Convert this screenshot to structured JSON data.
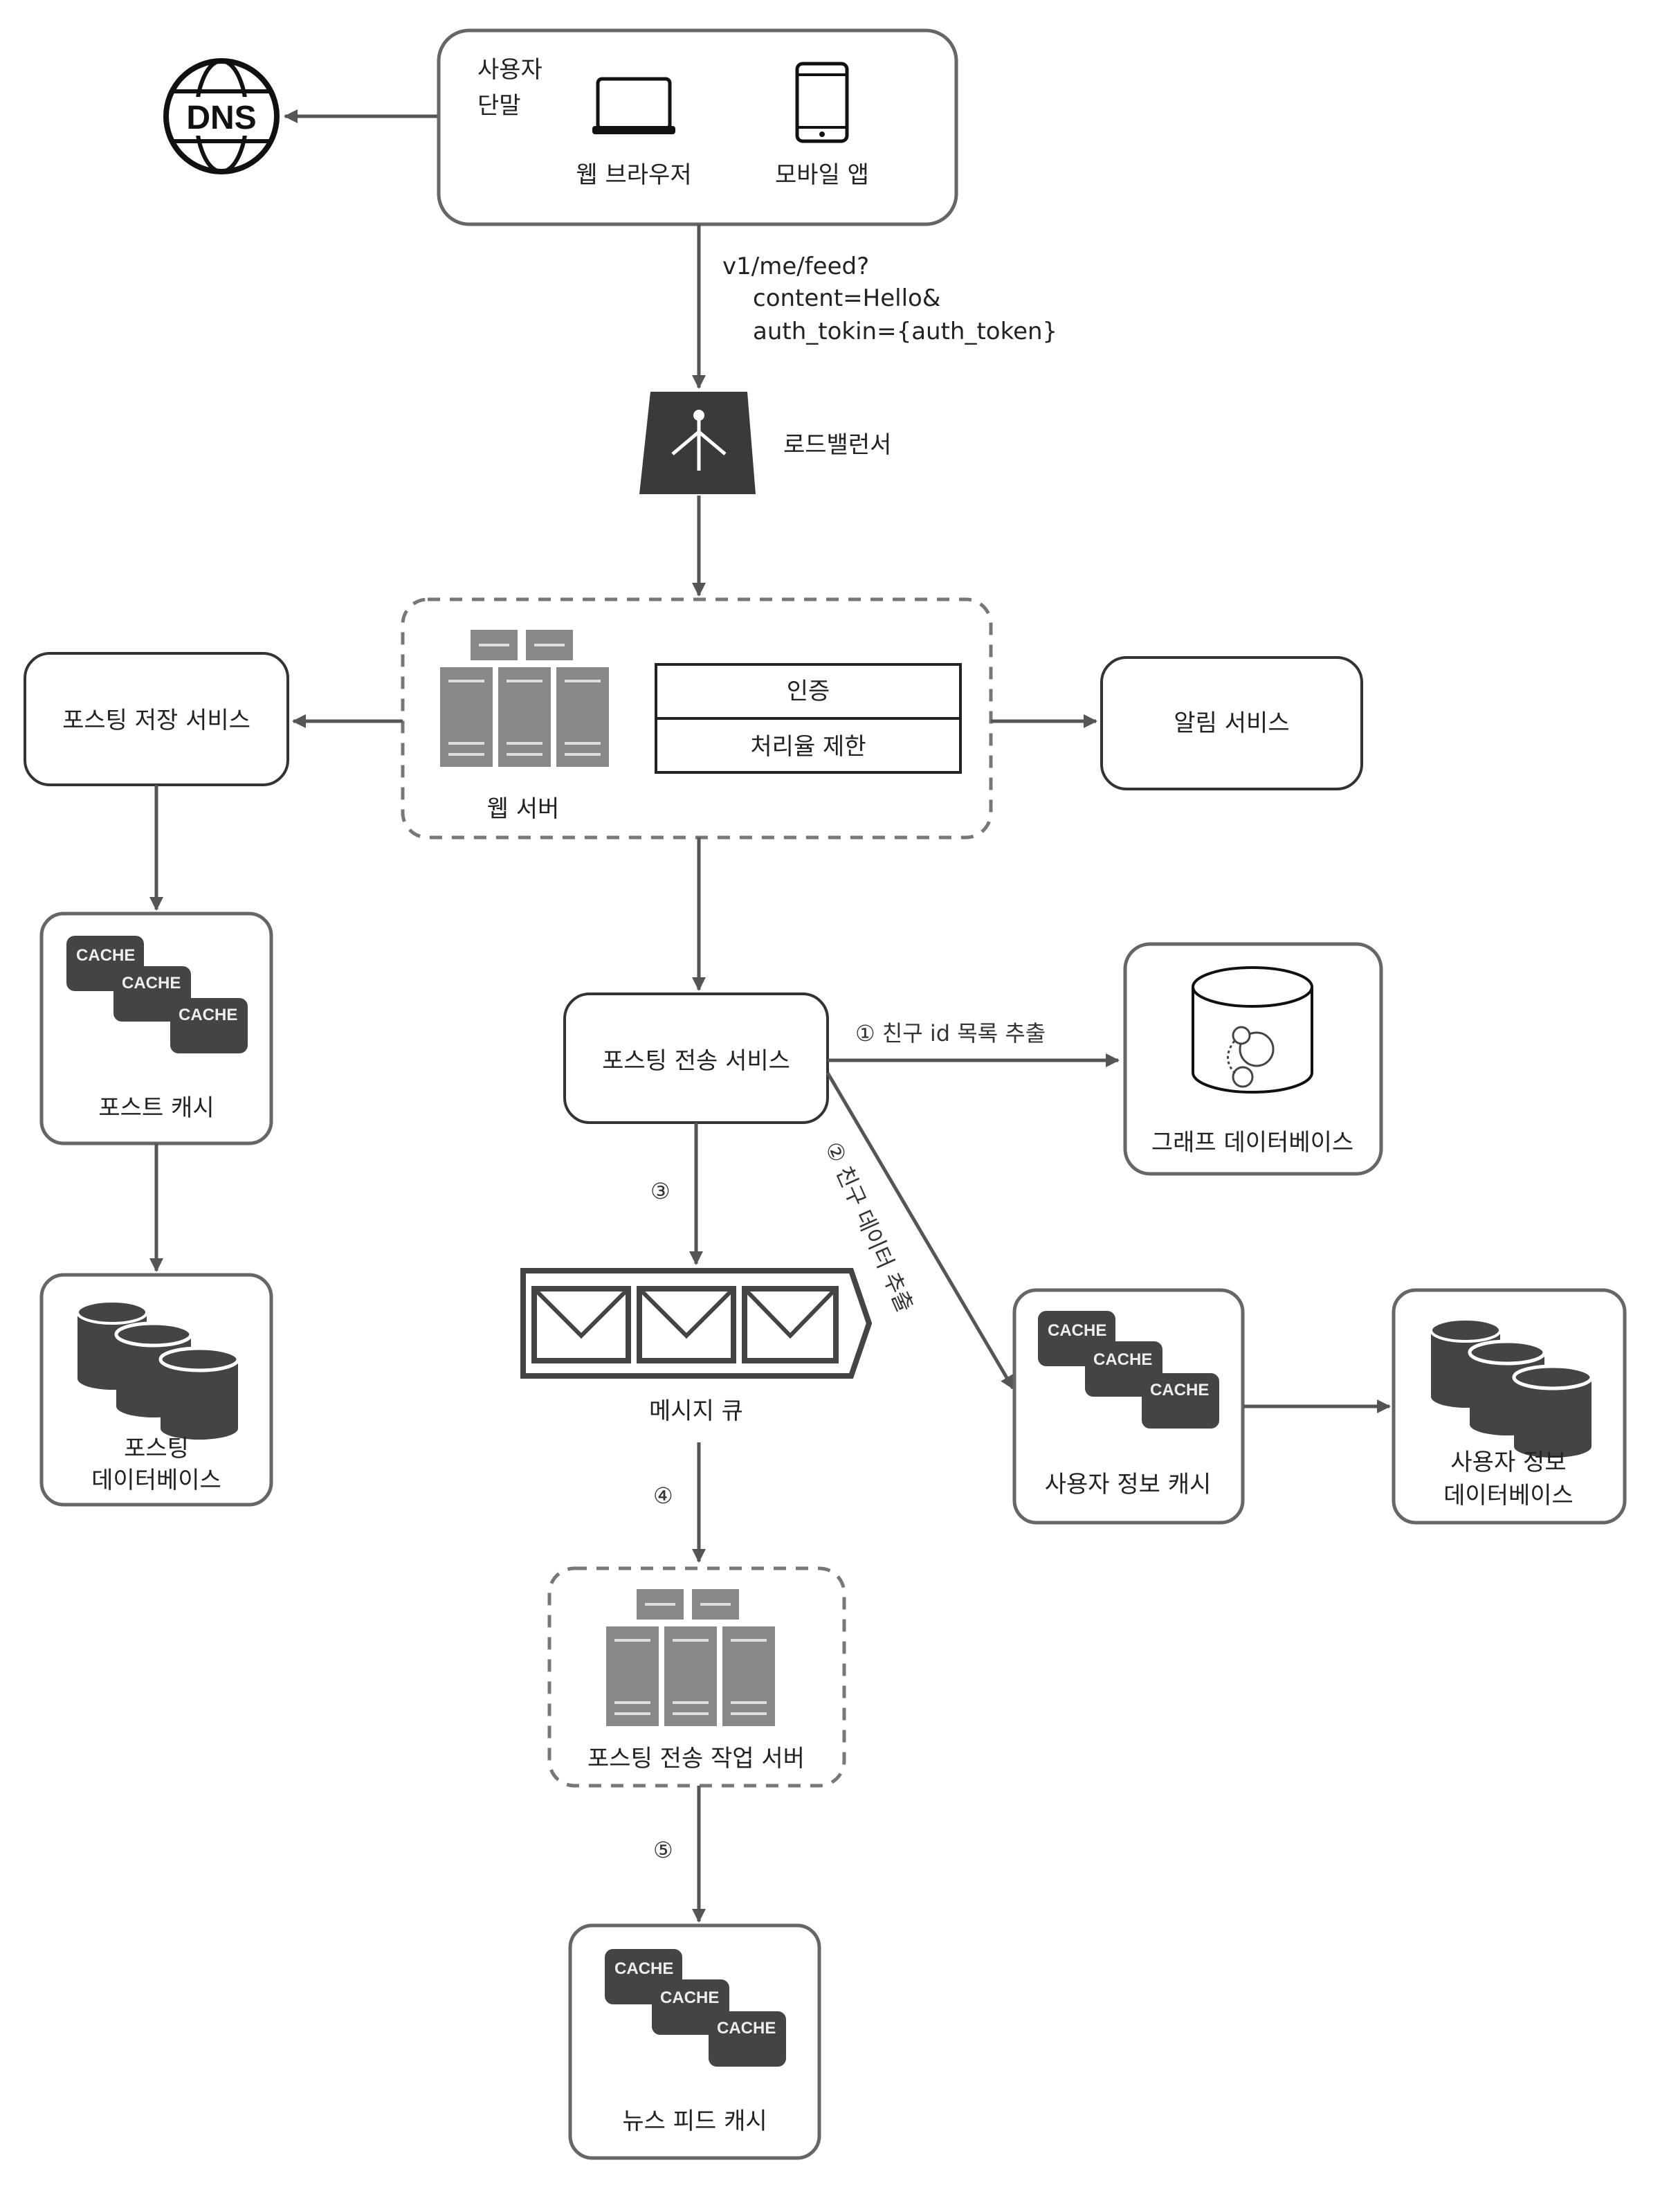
{
  "diagram": {
    "nodes": {
      "dns": {
        "label": "DNS"
      },
      "user_device": {
        "title_line1": "사용자",
        "title_line2": "단말",
        "web_browser": "웹 브라우저",
        "mobile_app": "모바일 앱"
      },
      "load_balancer": {
        "label": "로드밸런서"
      },
      "web_server": {
        "label": "웹 서버",
        "auth": "인증",
        "rate_limit": "처리율 제한"
      },
      "post_storage_service": {
        "label": "포스팅 저장 서비스"
      },
      "notification_service": {
        "label": "알림 서비스"
      },
      "post_cache": {
        "label": "포스트 캐시"
      },
      "post_database": {
        "label_line1": "포스팅",
        "label_line2": "데이터베이스"
      },
      "fanout_service": {
        "label": "포스팅 전송 서비스"
      },
      "graph_database": {
        "label": "그래프 데이터베이스"
      },
      "message_queue": {
        "label": "메시지 큐"
      },
      "user_cache": {
        "label": "사용자 정보 캐시"
      },
      "user_database": {
        "label_line1": "사용자 정보",
        "label_line2": "데이터베이스"
      },
      "fanout_workers": {
        "label": "포스팅 전송 작업 서버"
      },
      "news_feed_cache": {
        "label": "뉴스 피드 캐시"
      }
    },
    "cache_label": "CACHE",
    "request": {
      "line1": "v1/me/feed?",
      "line2": "content=Hello&",
      "line3": "auth_tokin={auth_token}"
    },
    "edges": {
      "step1": "① 친구 id 목록 추출",
      "step2": "② 친구 데이터 추출",
      "step3": "③",
      "step4": "④",
      "step5": "⑤"
    }
  }
}
